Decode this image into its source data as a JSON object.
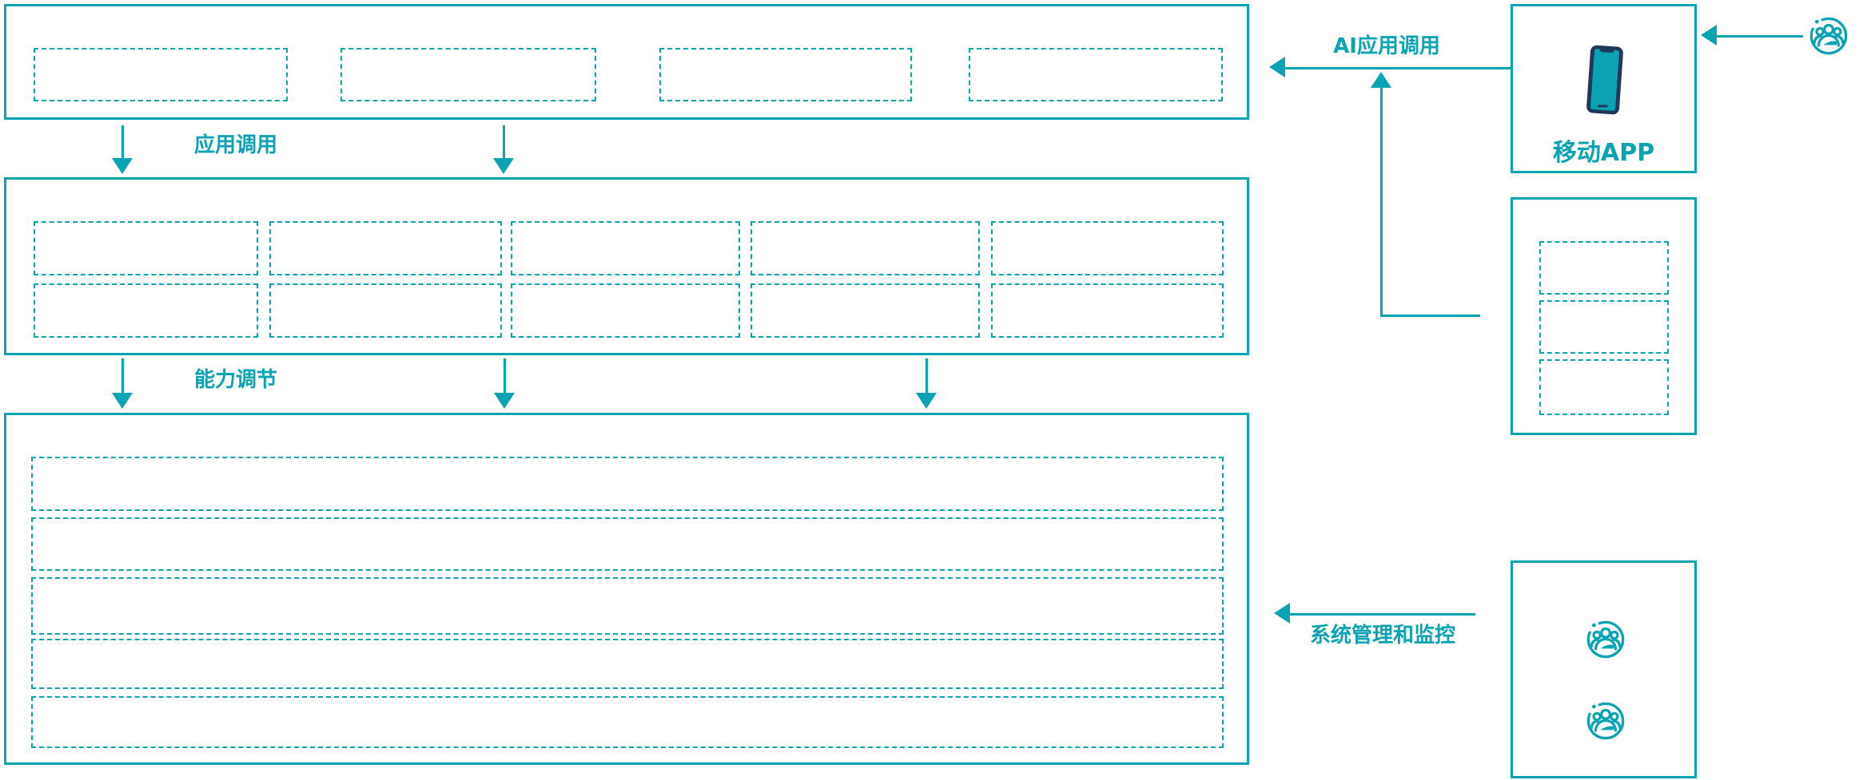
{
  "colors": {
    "accent": "#0aa3b3",
    "phone_body": "#20395a",
    "background": "#ffffff"
  },
  "layers": {
    "top_layer": {
      "placeholder_boxes": 4
    },
    "middle_layer": {
      "placeholder_boxes": 10,
      "rows": 2,
      "columns": 5
    },
    "bottom_layer": {
      "placeholder_rows": 5
    }
  },
  "connectors": {
    "app_call_label": "应用调用",
    "capability_label": "能力调节",
    "ai_app_call_label": "AI应用调用",
    "system_monitor_label": "系统管理和监控"
  },
  "right_panel": {
    "mobile_app_label": "移动APP",
    "portal_box_placeholder_boxes": 3,
    "admin_box_user_icons": 2
  },
  "icons": {
    "user_group": "user-group-icon",
    "smartphone": "smartphone-icon"
  }
}
